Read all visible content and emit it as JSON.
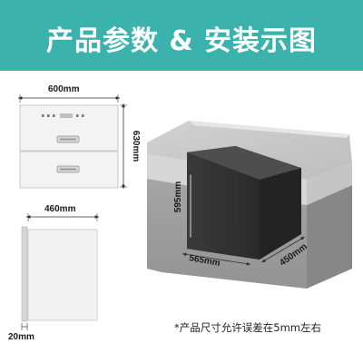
{
  "header": {
    "title": "产品参数 & 安装示图",
    "background_color": "#3bb3ac",
    "text_color": "#ffffff"
  },
  "front_view": {
    "width_label": "600mm",
    "height_label": "630mm",
    "drawer_count": 2
  },
  "side_view": {
    "depth_label": "460mm",
    "thickness_label": "20mm"
  },
  "install_view": {
    "height_label": "595mm",
    "width_label": "565mm",
    "depth_label": "450mm"
  },
  "footnote": "*产品尺寸允许误差在5mm左右"
}
